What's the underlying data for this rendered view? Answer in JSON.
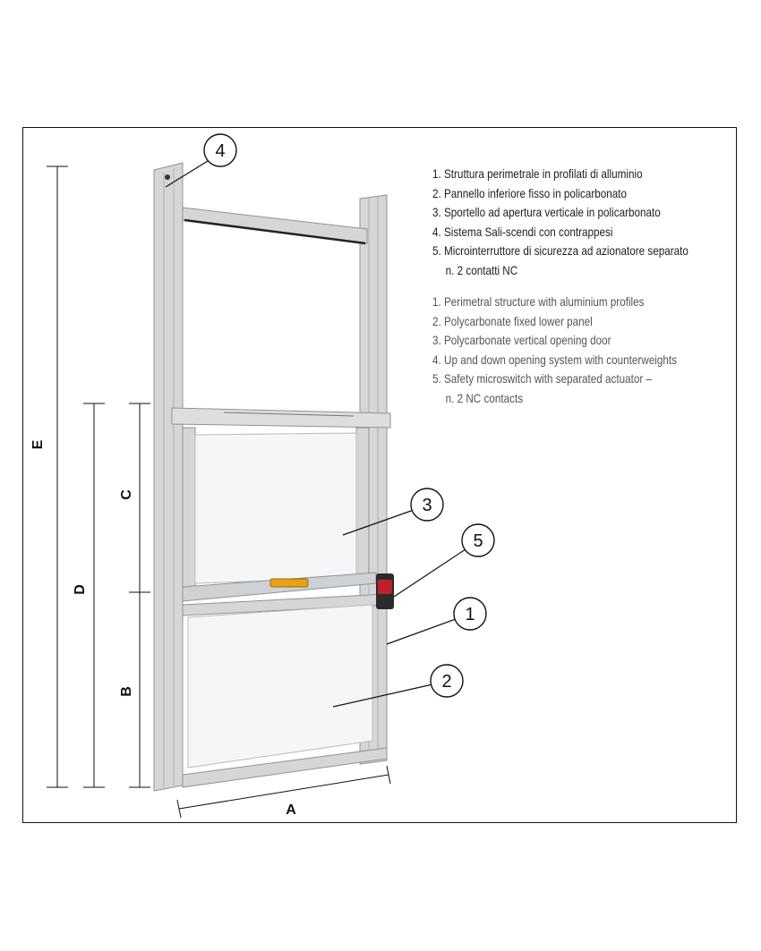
{
  "legend_it": [
    {
      "text": "1. Struttura perimetrale in profilati di alluminio"
    },
    {
      "text": "2. Pannello inferiore fisso in policarbonato"
    },
    {
      "text": "3. Sportello ad apertura verticale in policarbonato"
    },
    {
      "text": "4. Sistema Sali-scendi con contrappesi"
    },
    {
      "text": "5. Microinterruttore di sicurezza ad azionatore separato"
    },
    {
      "text": "n. 2 contatti NC",
      "continuation": true
    }
  ],
  "legend_en": [
    {
      "text": "1. Perimetral structure with aluminium profiles"
    },
    {
      "text": "2. Polycarbonate fixed lower panel"
    },
    {
      "text": "3. Polycarbonate vertical opening door"
    },
    {
      "text": "4. Up and down opening system with counterweights"
    },
    {
      "text": "5. Safety microswitch with separated actuator –"
    },
    {
      "text": "n. 2 NC contacts",
      "continuation": true
    }
  ],
  "callouts": {
    "c1": "1",
    "c2": "2",
    "c3": "3",
    "c4": "4",
    "c5": "5"
  },
  "dimensions": {
    "a": "A",
    "b": "B",
    "c": "C",
    "d": "D",
    "e": "E"
  },
  "colors": {
    "frame": "#d4d6d8",
    "frame_edge": "#8f9396",
    "handle": "#e8a21a",
    "switch": "#c0202a",
    "text": "#1e1e1e"
  }
}
